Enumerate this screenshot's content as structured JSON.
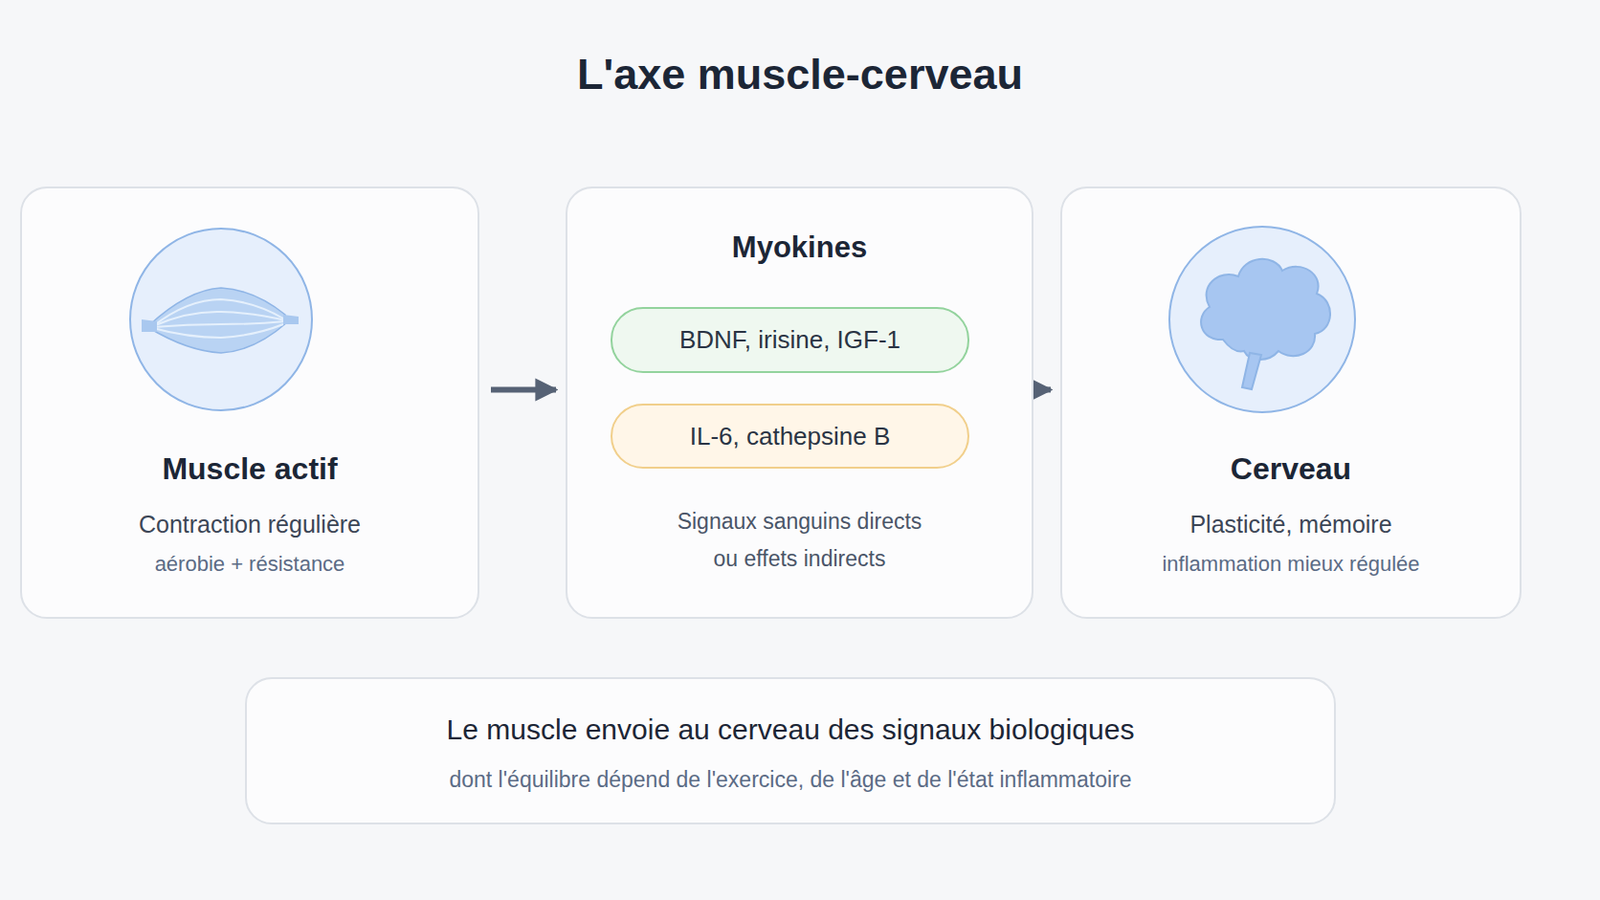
{
  "diagram": {
    "title": "L'axe muscle-cerveau",
    "nodes": [
      {
        "text": [
          "Muscle actif",
          "Contraction régulière",
          "aérobie + résistance"
        ]
      },
      {
        "text": [
          "Myokines",
          "Signaux sanguins directs ou effets indirects"
        ]
      },
      {
        "text": [
          "BDNF, irisine, IGF-1"
        ],
        "in": 1
      },
      {
        "text": [
          "IL-6, cathepsine B"
        ],
        "in": 1
      },
      {
        "text": [
          "Cerveau",
          "Plasticité, mémoire",
          "inflammation mieux régulée"
        ]
      },
      {
        "text": [
          "Le muscle envoie au cerveau des signaux biologiques",
          "dont l'équilibre dépend de l'exercice, de l'âge et de l'état inflammatoire"
        ]
      }
    ],
    "edges": [
      {
        "from": 0,
        "to": 1,
        "arrow": "to"
      },
      {
        "from": 1,
        "to": 4,
        "arrow": "to"
      }
    ]
  }
}
